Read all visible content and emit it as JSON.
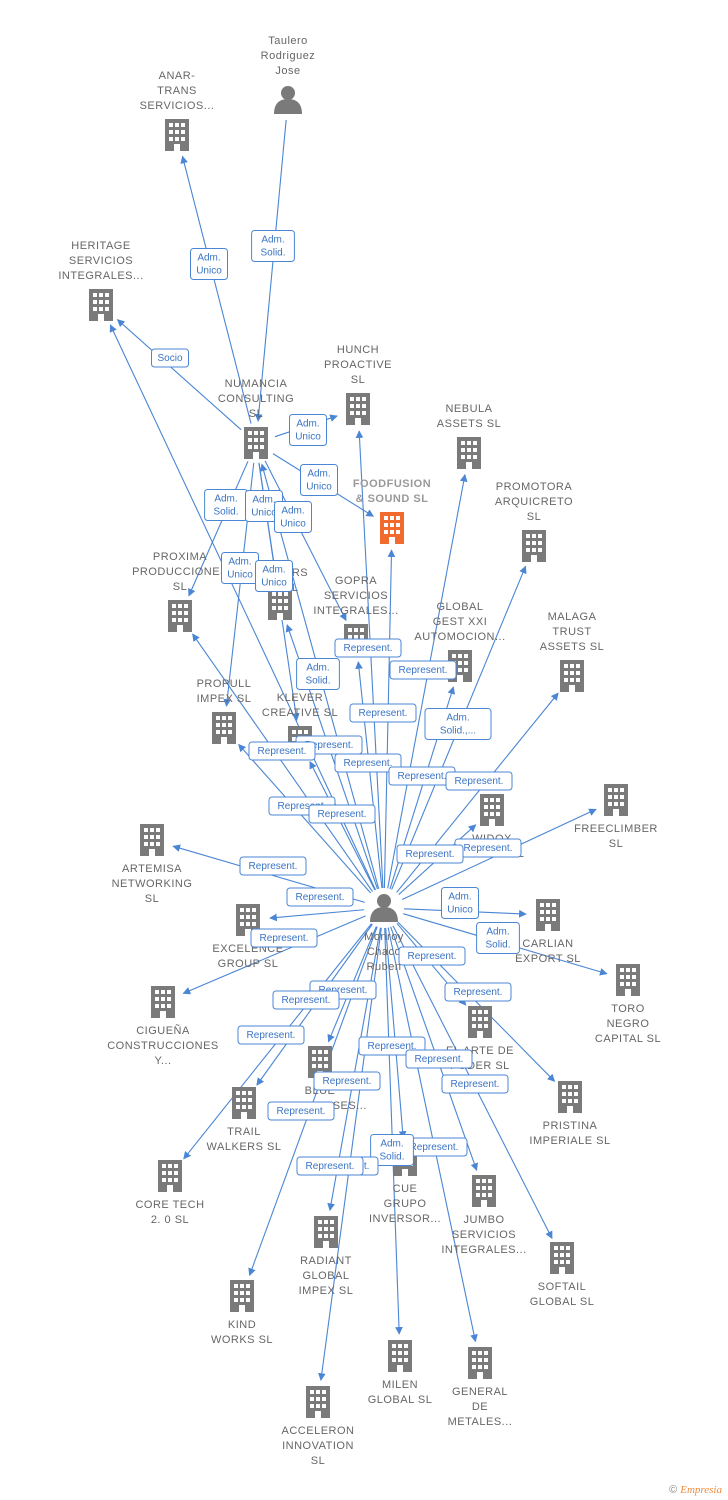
{
  "colors": {
    "edge": "#4a86d4",
    "building": "#7a7a7a",
    "focus": "#f26b2d",
    "person": "#7a7a7a"
  },
  "nodes": [
    {
      "id": "taulero",
      "type": "person",
      "label": [
        "Taulero",
        "Rodriguez",
        "Jose"
      ]
    },
    {
      "id": "anar",
      "type": "company",
      "label": [
        "ANAR-",
        "TRANS",
        "SERVICIOS..."
      ]
    },
    {
      "id": "heritage",
      "type": "company",
      "label": [
        "HERITAGE",
        "SERVICIOS",
        "INTEGRALES..."
      ]
    },
    {
      "id": "numancia",
      "type": "company",
      "label": [
        "NUMANCIA",
        "CONSULTING",
        "SL"
      ]
    },
    {
      "id": "hunch",
      "type": "company",
      "label": [
        "HUNCH",
        "PROACTIVE",
        "SL"
      ]
    },
    {
      "id": "nebula",
      "type": "company",
      "label": [
        "NEBULA",
        "ASSETS  SL"
      ]
    },
    {
      "id": "foodfusion",
      "type": "focus",
      "label": [
        "FOODFUSION",
        "& SOUND  SL"
      ]
    },
    {
      "id": "promotora",
      "type": "company",
      "label": [
        "PROMOTORA",
        "ARQUICRETO",
        "SL"
      ]
    },
    {
      "id": "proxima",
      "type": "company",
      "label": [
        "PROXIMA",
        "PRODUCCIONES",
        "SL"
      ]
    },
    {
      "id": "ars",
      "type": "company",
      "label": [
        "ARS",
        "SL"
      ]
    },
    {
      "id": "gopra",
      "type": "company",
      "label": [
        "GOPRA",
        "SERVICIOS",
        "INTEGRALES..."
      ]
    },
    {
      "id": "globalgest",
      "type": "company",
      "label": [
        "GLOBAL",
        "GEST XXI",
        "AUTOMOCION..."
      ]
    },
    {
      "id": "malaga",
      "type": "company",
      "label": [
        "MALAGA",
        "TRUST",
        "ASSETS  SL"
      ]
    },
    {
      "id": "propull",
      "type": "company",
      "label": [
        "PROPULL",
        "IMPEX  SL"
      ]
    },
    {
      "id": "klever",
      "type": "company",
      "label": [
        "KLEVER",
        "CREATIVE  SL"
      ]
    },
    {
      "id": "freeclimber",
      "type": "company",
      "label": [
        "FREECLIMBER",
        "SL"
      ]
    },
    {
      "id": "widox",
      "type": "company",
      "label": [
        "WIDOX",
        "GLOBAL  SL"
      ]
    },
    {
      "id": "artemisa",
      "type": "company",
      "label": [
        "ARTEMISA",
        "NETWORKING",
        "SL"
      ]
    },
    {
      "id": "monroy",
      "type": "person",
      "label": [
        "Monroy",
        "Chaco",
        "Ruben"
      ]
    },
    {
      "id": "excelence",
      "type": "company",
      "label": [
        "EXCELENCE",
        "GROUP  SL"
      ]
    },
    {
      "id": "carlian",
      "type": "company",
      "label": [
        "CARLIAN",
        "EXPORT SL"
      ]
    },
    {
      "id": "toro",
      "type": "company",
      "label": [
        "TORO",
        "NEGRO",
        "CAPITAL  SL"
      ]
    },
    {
      "id": "ciguena",
      "type": "company",
      "label": [
        "CIGUEÑA",
        "CONSTRUCCIONES",
        "Y..."
      ]
    },
    {
      "id": "elarte",
      "type": "company",
      "label": [
        "EL ARTE DE",
        "PODER  SL"
      ]
    },
    {
      "id": "blue",
      "type": "company",
      "label": [
        "BLUE",
        "ENTERPRISES..."
      ]
    },
    {
      "id": "pristina",
      "type": "company",
      "label": [
        "PRISTINA",
        "IMPERIALE  SL"
      ]
    },
    {
      "id": "trail",
      "type": "company",
      "label": [
        "TRAIL",
        "WALKERS  SL"
      ]
    },
    {
      "id": "coretech",
      "type": "company",
      "label": [
        "CORE TECH",
        "2. 0  SL"
      ]
    },
    {
      "id": "cue",
      "type": "company",
      "label": [
        "CUE",
        "GRUPO",
        "INVERSOR..."
      ]
    },
    {
      "id": "jumbo",
      "type": "company",
      "label": [
        "JUMBO",
        "SERVICIOS",
        "INTEGRALES..."
      ]
    },
    {
      "id": "softail",
      "type": "company",
      "label": [
        "SOFTAIL",
        "GLOBAL  SL"
      ]
    },
    {
      "id": "radiant",
      "type": "company",
      "label": [
        "RADIANT",
        "GLOBAL",
        "IMPEX  SL"
      ]
    },
    {
      "id": "kind",
      "type": "company",
      "label": [
        "KIND",
        "WORKS  SL"
      ]
    },
    {
      "id": "milen",
      "type": "company",
      "label": [
        "MILEN",
        "GLOBAL  SL"
      ]
    },
    {
      "id": "general",
      "type": "company",
      "label": [
        "GENERAL",
        "DE",
        "METALES..."
      ]
    },
    {
      "id": "acceleron",
      "type": "company",
      "label": [
        "ACCELERON",
        "INNOVATION",
        "SL"
      ]
    }
  ],
  "edges": [
    {
      "from": "taulero",
      "to": "numancia",
      "label": [
        "Adm.",
        "Solid."
      ]
    },
    {
      "from": "numancia",
      "to": "anar",
      "label": [
        "Adm.",
        "Unico"
      ]
    },
    {
      "from": "numancia",
      "to": "heritage",
      "label": [
        "Socio"
      ]
    },
    {
      "from": "numancia",
      "to": "hunch",
      "label": [
        "Adm.",
        "Unico"
      ]
    },
    {
      "from": "numancia",
      "to": "foodfusion",
      "label": [
        "Adm.",
        "Unico"
      ]
    },
    {
      "from": "numancia",
      "to": "proxima",
      "label": [
        "Adm.",
        "Solid."
      ]
    },
    {
      "from": "numancia",
      "to": "ars",
      "label": [
        "Adm.",
        "Unico"
      ]
    },
    {
      "from": "numancia",
      "to": "gopra",
      "label": [
        "Adm.",
        "Unico"
      ]
    },
    {
      "from": "numancia",
      "to": "propull",
      "label": [
        "Adm.",
        "Unico"
      ]
    },
    {
      "from": "numancia",
      "to": "klever",
      "label": [
        "Adm.",
        "Unico"
      ]
    },
    {
      "from": "monroy",
      "to": "klever",
      "label": [
        "Adm.",
        "Solid."
      ]
    },
    {
      "from": "monroy",
      "to": "gopra",
      "label": [
        "Represent."
      ]
    },
    {
      "from": "monroy",
      "to": "globalgest",
      "label": [
        "Represent."
      ]
    },
    {
      "from": "monroy",
      "to": "hunch",
      "label": [
        "Represent."
      ]
    },
    {
      "from": "monroy",
      "to": "nebula",
      "label": [
        "Adm.",
        "Solid.,..."
      ]
    },
    {
      "from": "monroy",
      "to": "foodfusion",
      "label": [
        "Represent."
      ]
    },
    {
      "from": "monroy",
      "to": "propull",
      "label": [
        "Represent."
      ]
    },
    {
      "from": "monroy",
      "to": "ars",
      "label": [
        "Represent."
      ]
    },
    {
      "from": "monroy",
      "to": "promotora",
      "label": [
        "Represent."
      ]
    },
    {
      "from": "monroy",
      "to": "malaga",
      "label": [
        "Represent."
      ]
    },
    {
      "from": "monroy",
      "to": "proxima",
      "label": [
        "Represent."
      ]
    },
    {
      "from": "monroy",
      "to": "numancia",
      "label": [
        "Represent."
      ]
    },
    {
      "from": "monroy",
      "to": "widox",
      "label": [
        "Represent."
      ]
    },
    {
      "from": "monroy",
      "to": "freeclimber",
      "label": [
        "Represent."
      ]
    },
    {
      "from": "monroy",
      "to": "artemisa",
      "label": [
        "Represent."
      ]
    },
    {
      "from": "monroy",
      "to": "heritage",
      "label": [
        "Represent."
      ]
    },
    {
      "from": "monroy",
      "to": "carlian",
      "label": [
        "Adm.",
        "Unico"
      ]
    },
    {
      "from": "monroy",
      "to": "toro",
      "label": [
        "Adm.",
        "Solid."
      ]
    },
    {
      "from": "monroy",
      "to": "excelence",
      "label": [
        "Represent."
      ]
    },
    {
      "from": "monroy",
      "to": "elarte",
      "label": [
        "Represent."
      ]
    },
    {
      "from": "monroy",
      "to": "ciguena",
      "label": [
        "Represent."
      ]
    },
    {
      "from": "monroy",
      "to": "pristina",
      "label": [
        "Represent."
      ]
    },
    {
      "from": "monroy",
      "to": "blue",
      "label": [
        "Represent."
      ]
    },
    {
      "from": "monroy",
      "to": "trail",
      "label": [
        "Represent."
      ]
    },
    {
      "from": "monroy",
      "to": "coretech",
      "label": [
        "Represent."
      ]
    },
    {
      "from": "monroy",
      "to": "jumbo",
      "label": [
        "Represent."
      ]
    },
    {
      "from": "monroy",
      "to": "softail",
      "label": [
        "Represent."
      ]
    },
    {
      "from": "monroy",
      "to": "cue",
      "label": [
        "Represent."
      ]
    },
    {
      "from": "monroy",
      "to": "radiant",
      "label": [
        "Represent."
      ]
    },
    {
      "from": "monroy",
      "to": "kind",
      "label": [
        "Represent."
      ]
    },
    {
      "from": "monroy",
      "to": "milen",
      "label": [
        "Adm.",
        "Solid."
      ]
    },
    {
      "from": "monroy",
      "to": "general",
      "label": [
        "Represent."
      ]
    },
    {
      "from": "monroy",
      "to": "acceleron",
      "label": [
        "Represent."
      ]
    }
  ],
  "footer": {
    "copyright": "©",
    "brand": "Empresia"
  }
}
